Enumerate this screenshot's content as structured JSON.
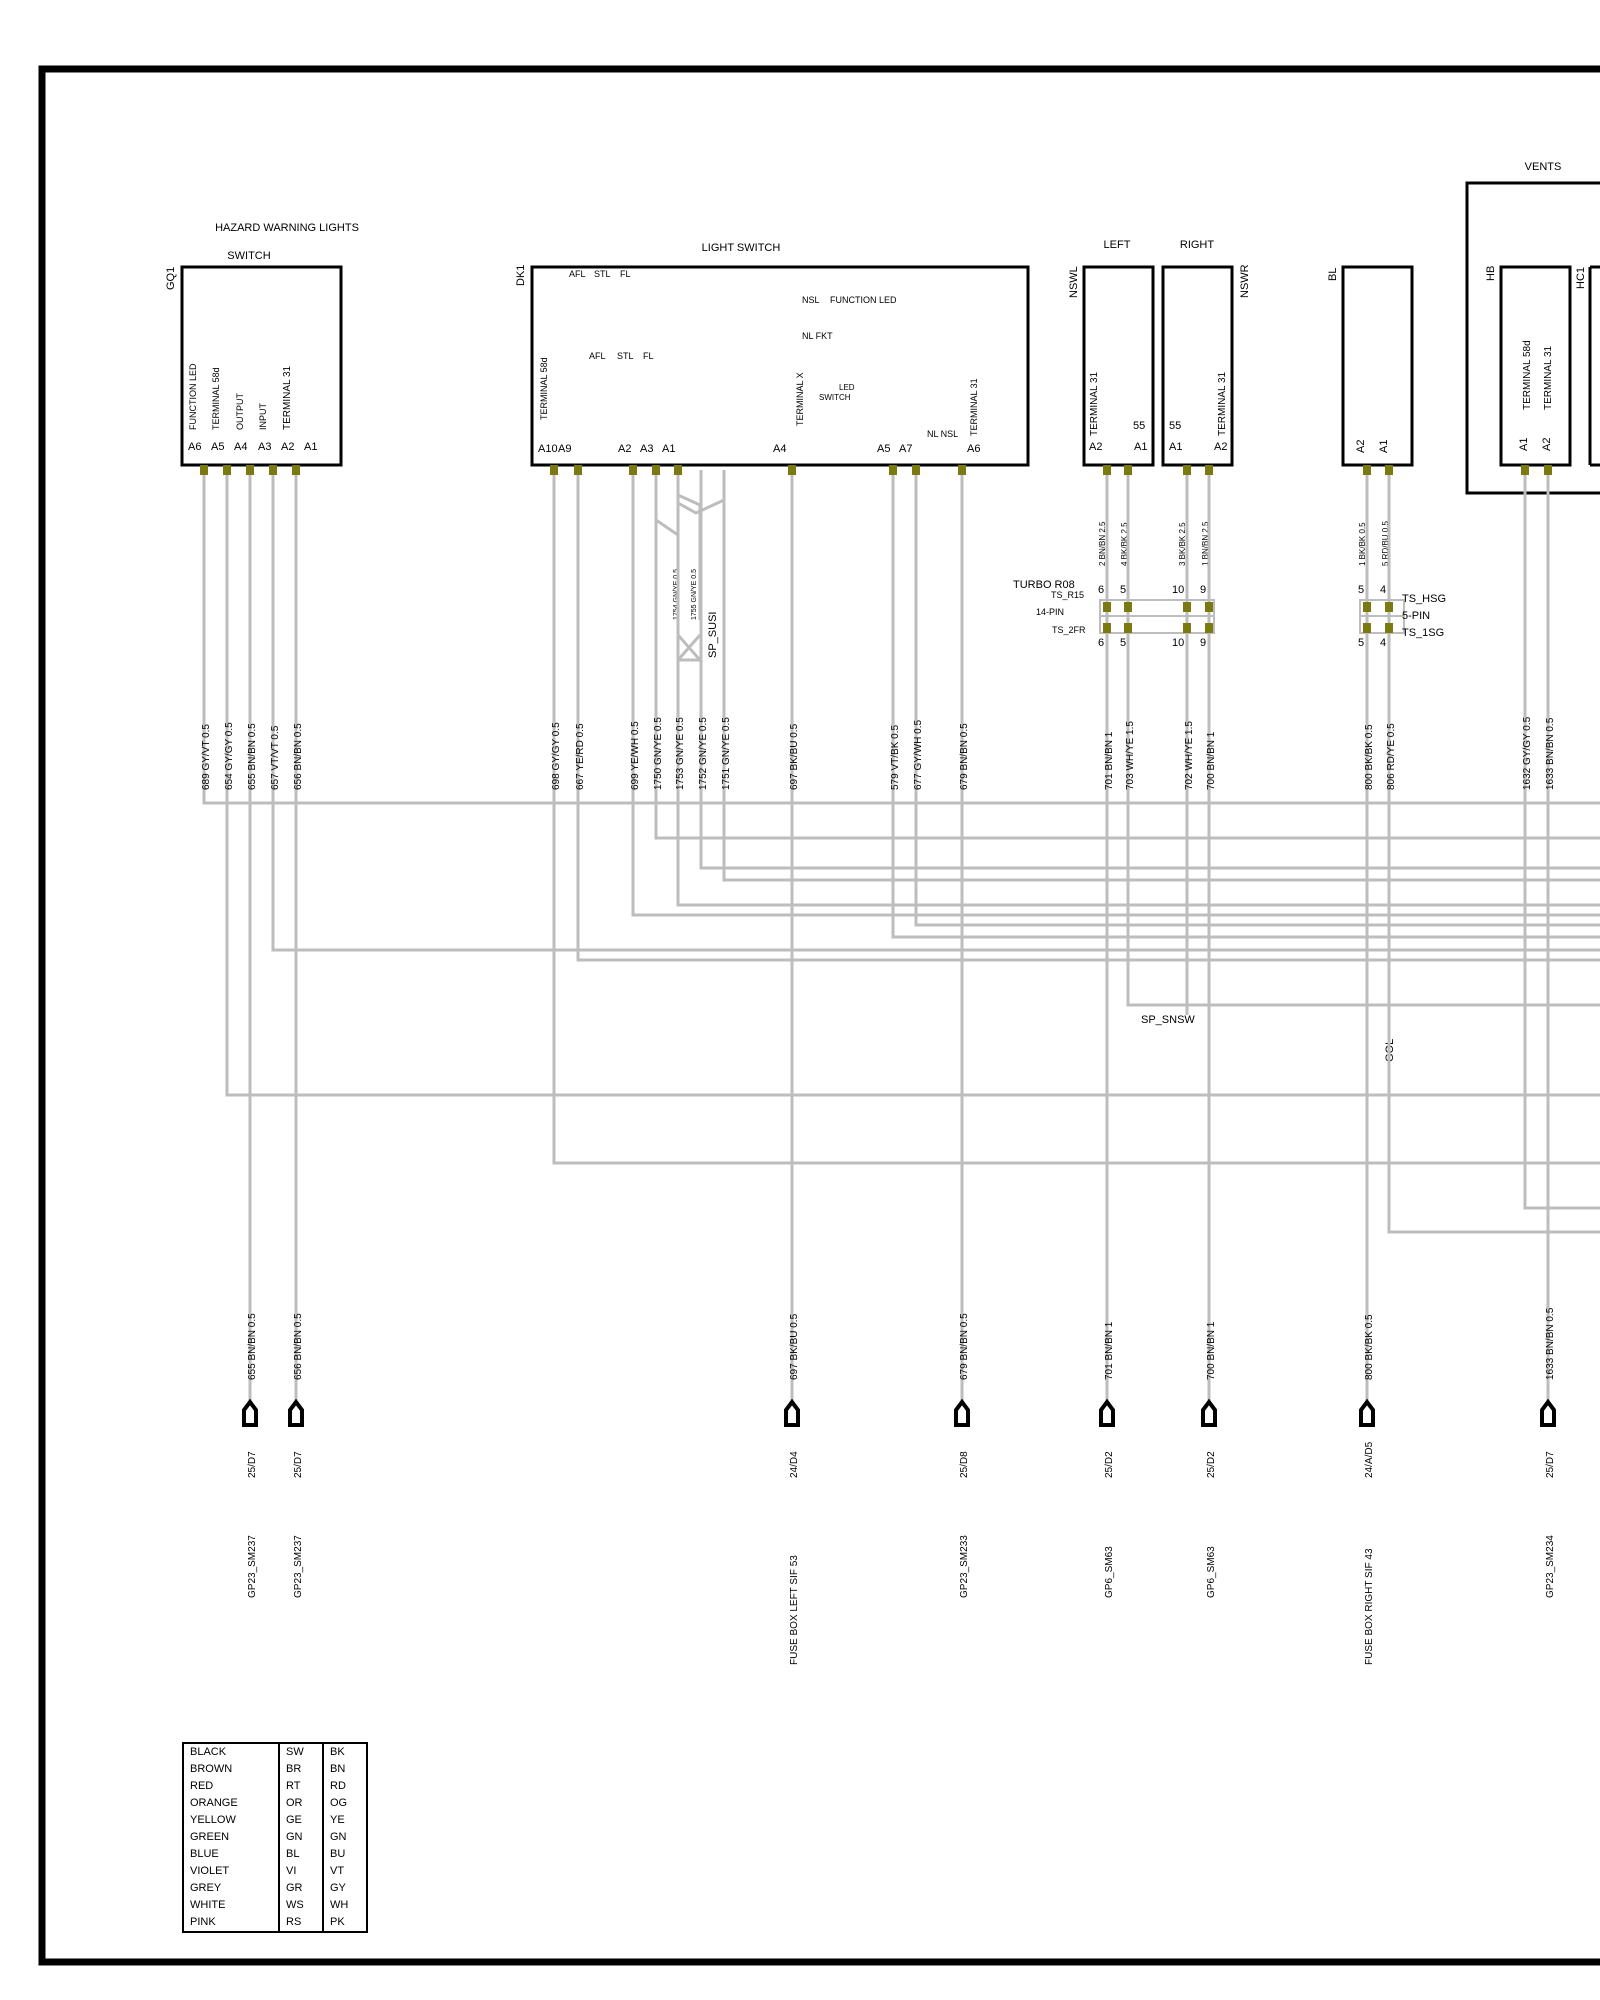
{
  "title_vents": "VENTS",
  "modules": [
    {
      "id": "GQ1",
      "title": "HAZARD WARNING LIGHTS",
      "subtitle": "SWITCH"
    },
    {
      "id": "DK1",
      "title": "LIGHT SWITCH",
      "subtitle": ""
    },
    {
      "id": "NSWL",
      "title": "LEFT",
      "subtitle": ""
    },
    {
      "id": "NSWR",
      "title": "RIGHT",
      "subtitle": ""
    },
    {
      "id": "BL",
      "title": "",
      "subtitle": ""
    },
    {
      "id": "HB",
      "title": "",
      "subtitle": ""
    },
    {
      "id": "HC1",
      "title": "",
      "subtitle": ""
    }
  ],
  "gq1": {
    "pin_labels": [
      "FUNCTION LED",
      "TERMINAL 58d",
      "OUTPUT",
      "INPUT",
      "TERMINAL 31"
    ],
    "pins": [
      "A6",
      "A5",
      "A4",
      "A3",
      "A2",
      "A1"
    ]
  },
  "dk1": {
    "inner": [
      "AFL",
      "STL",
      "FL",
      "NSL",
      "FUNCTION LED",
      "NL FKT",
      "AFL",
      "STL",
      "FL",
      "LED",
      "SWITCH",
      "NL NSL"
    ],
    "vlabels": [
      "TERMINAL 58d",
      "TERMINAL X",
      "TERMINAL 31"
    ],
    "pins": [
      "A10",
      "A9",
      "A2",
      "A3",
      "A1",
      "A4",
      "A5",
      "A7",
      "A6"
    ]
  },
  "nswl": {
    "vlabel": "TERMINAL 31",
    "num": "55",
    "pins": [
      "A2",
      "A1"
    ]
  },
  "nswr": {
    "vlabel": "TERMINAL 31",
    "num": "55",
    "pins": [
      "A1",
      "A2"
    ]
  },
  "bl": {
    "pins": [
      "A2",
      "A1"
    ]
  },
  "hb": {
    "vlabels": [
      "TERMINAL 58d",
      "TERMINAL 31"
    ],
    "pins": [
      "A1",
      "A2"
    ]
  },
  "connector_left": {
    "labels": [
      "TURBO R08",
      "TS_R15",
      "14-PIN",
      "TS_2FR"
    ],
    "pins_top": [
      "6",
      "5",
      "10",
      "9"
    ],
    "pins_bottom": [
      "6",
      "5",
      "10",
      "9"
    ]
  },
  "connector_right": {
    "labels": [
      "TS_HSG",
      "5-PIN",
      "TS_1SG"
    ],
    "pins_top": [
      "5",
      "4"
    ],
    "pins_bottom": [
      "5",
      "4"
    ]
  },
  "short_wires": [
    "2 BN/BN 2.5",
    "4 BK/BK 2.5",
    "3 BK/BK 2.5",
    "1 BN/BN 2.5",
    "1 BK/BK 0.5",
    "5 RD/BU 0.5",
    "1754 GN/YE 0.5",
    "1755 GN/YE 0.5"
  ],
  "splices": [
    "SP_SUSI",
    "SP_SNSW",
    "GOL"
  ],
  "wires": [
    {
      "label": "689 GY/VT 0.5"
    },
    {
      "label": "654 GY/GY 0.5"
    },
    {
      "label": "655 BN/BN 0.5"
    },
    {
      "label": "657 VT/VT 0.5"
    },
    {
      "label": "656 BN/BN 0.5"
    },
    {
      "label": "698 GY/GY 0.5"
    },
    {
      "label": "667 YE/RD 0.5"
    },
    {
      "label": "699 YE/WH 0.5"
    },
    {
      "label": "1750 GN/YE 0.5"
    },
    {
      "label": "1753 GN/YE 0.5"
    },
    {
      "label": "1752 GN/YE 0.5"
    },
    {
      "label": "1751 GN/YE 0.5"
    },
    {
      "label": "697 BK/BU 0.5"
    },
    {
      "label": "579 VT/BK 0.5"
    },
    {
      "label": "677 GY/WH 0.5"
    },
    {
      "label": "679 BN/BN 0.5"
    },
    {
      "label": "701 BN/BN 1"
    },
    {
      "label": "703 WH/YE 1.5"
    },
    {
      "label": "702 WH/YE 1.5"
    },
    {
      "label": "700 BN/BN 1"
    },
    {
      "label": "800 BK/BK 0.5"
    },
    {
      "label": "806 RD/YE 0.5"
    },
    {
      "label": "1632 GY/GY 0.5"
    },
    {
      "label": "1633 BN/BN 0.5"
    }
  ],
  "ends": [
    {
      "wire": "655 BN/BN 0.5",
      "ref": "25/D7",
      "dest": "GP23_SM237"
    },
    {
      "wire": "656 BN/BN 0.5",
      "ref": "25/D7",
      "dest": "GP23_SM237"
    },
    {
      "wire": "697 BK/BU 0.5",
      "ref": "24/D4",
      "dest": "FUSE BOX  LEFT  SIF 53"
    },
    {
      "wire": "679 BN/BN 0.5",
      "ref": "25/D8",
      "dest": "GP23_SM233"
    },
    {
      "wire": "701 BN/BN 1",
      "ref": "25/D2",
      "dest": "GP6_SM63"
    },
    {
      "wire": "700 BN/BN 1",
      "ref": "25/D2",
      "dest": "GP6_SM63"
    },
    {
      "wire": "800 BK/BK 0.5",
      "ref": "24/A/D5",
      "dest": "FUSE BOX  RIGHT  SIF 43"
    },
    {
      "wire": "1633 BN/BN 0.5",
      "ref": "25/D7",
      "dest": "GP23_SM234"
    }
  ],
  "legend": [
    [
      "BLACK",
      "SW",
      "BK"
    ],
    [
      "BROWN",
      "BR",
      "BN"
    ],
    [
      "RED",
      "RT",
      "RD"
    ],
    [
      "ORANGE",
      "OR",
      "OG"
    ],
    [
      "YELLOW",
      "GE",
      "YE"
    ],
    [
      "GREEN",
      "GN",
      "GN"
    ],
    [
      "BLUE",
      "BL",
      "BU"
    ],
    [
      "VIOLET",
      "VI",
      "VT"
    ],
    [
      "GREY",
      "GR",
      "GY"
    ],
    [
      "WHITE",
      "WS",
      "WH"
    ],
    [
      "PINK",
      "RS",
      "PK"
    ]
  ],
  "colors": {
    "wire": "#bdbdbd",
    "pin": "#7a7a10",
    "frame": "#000000"
  }
}
